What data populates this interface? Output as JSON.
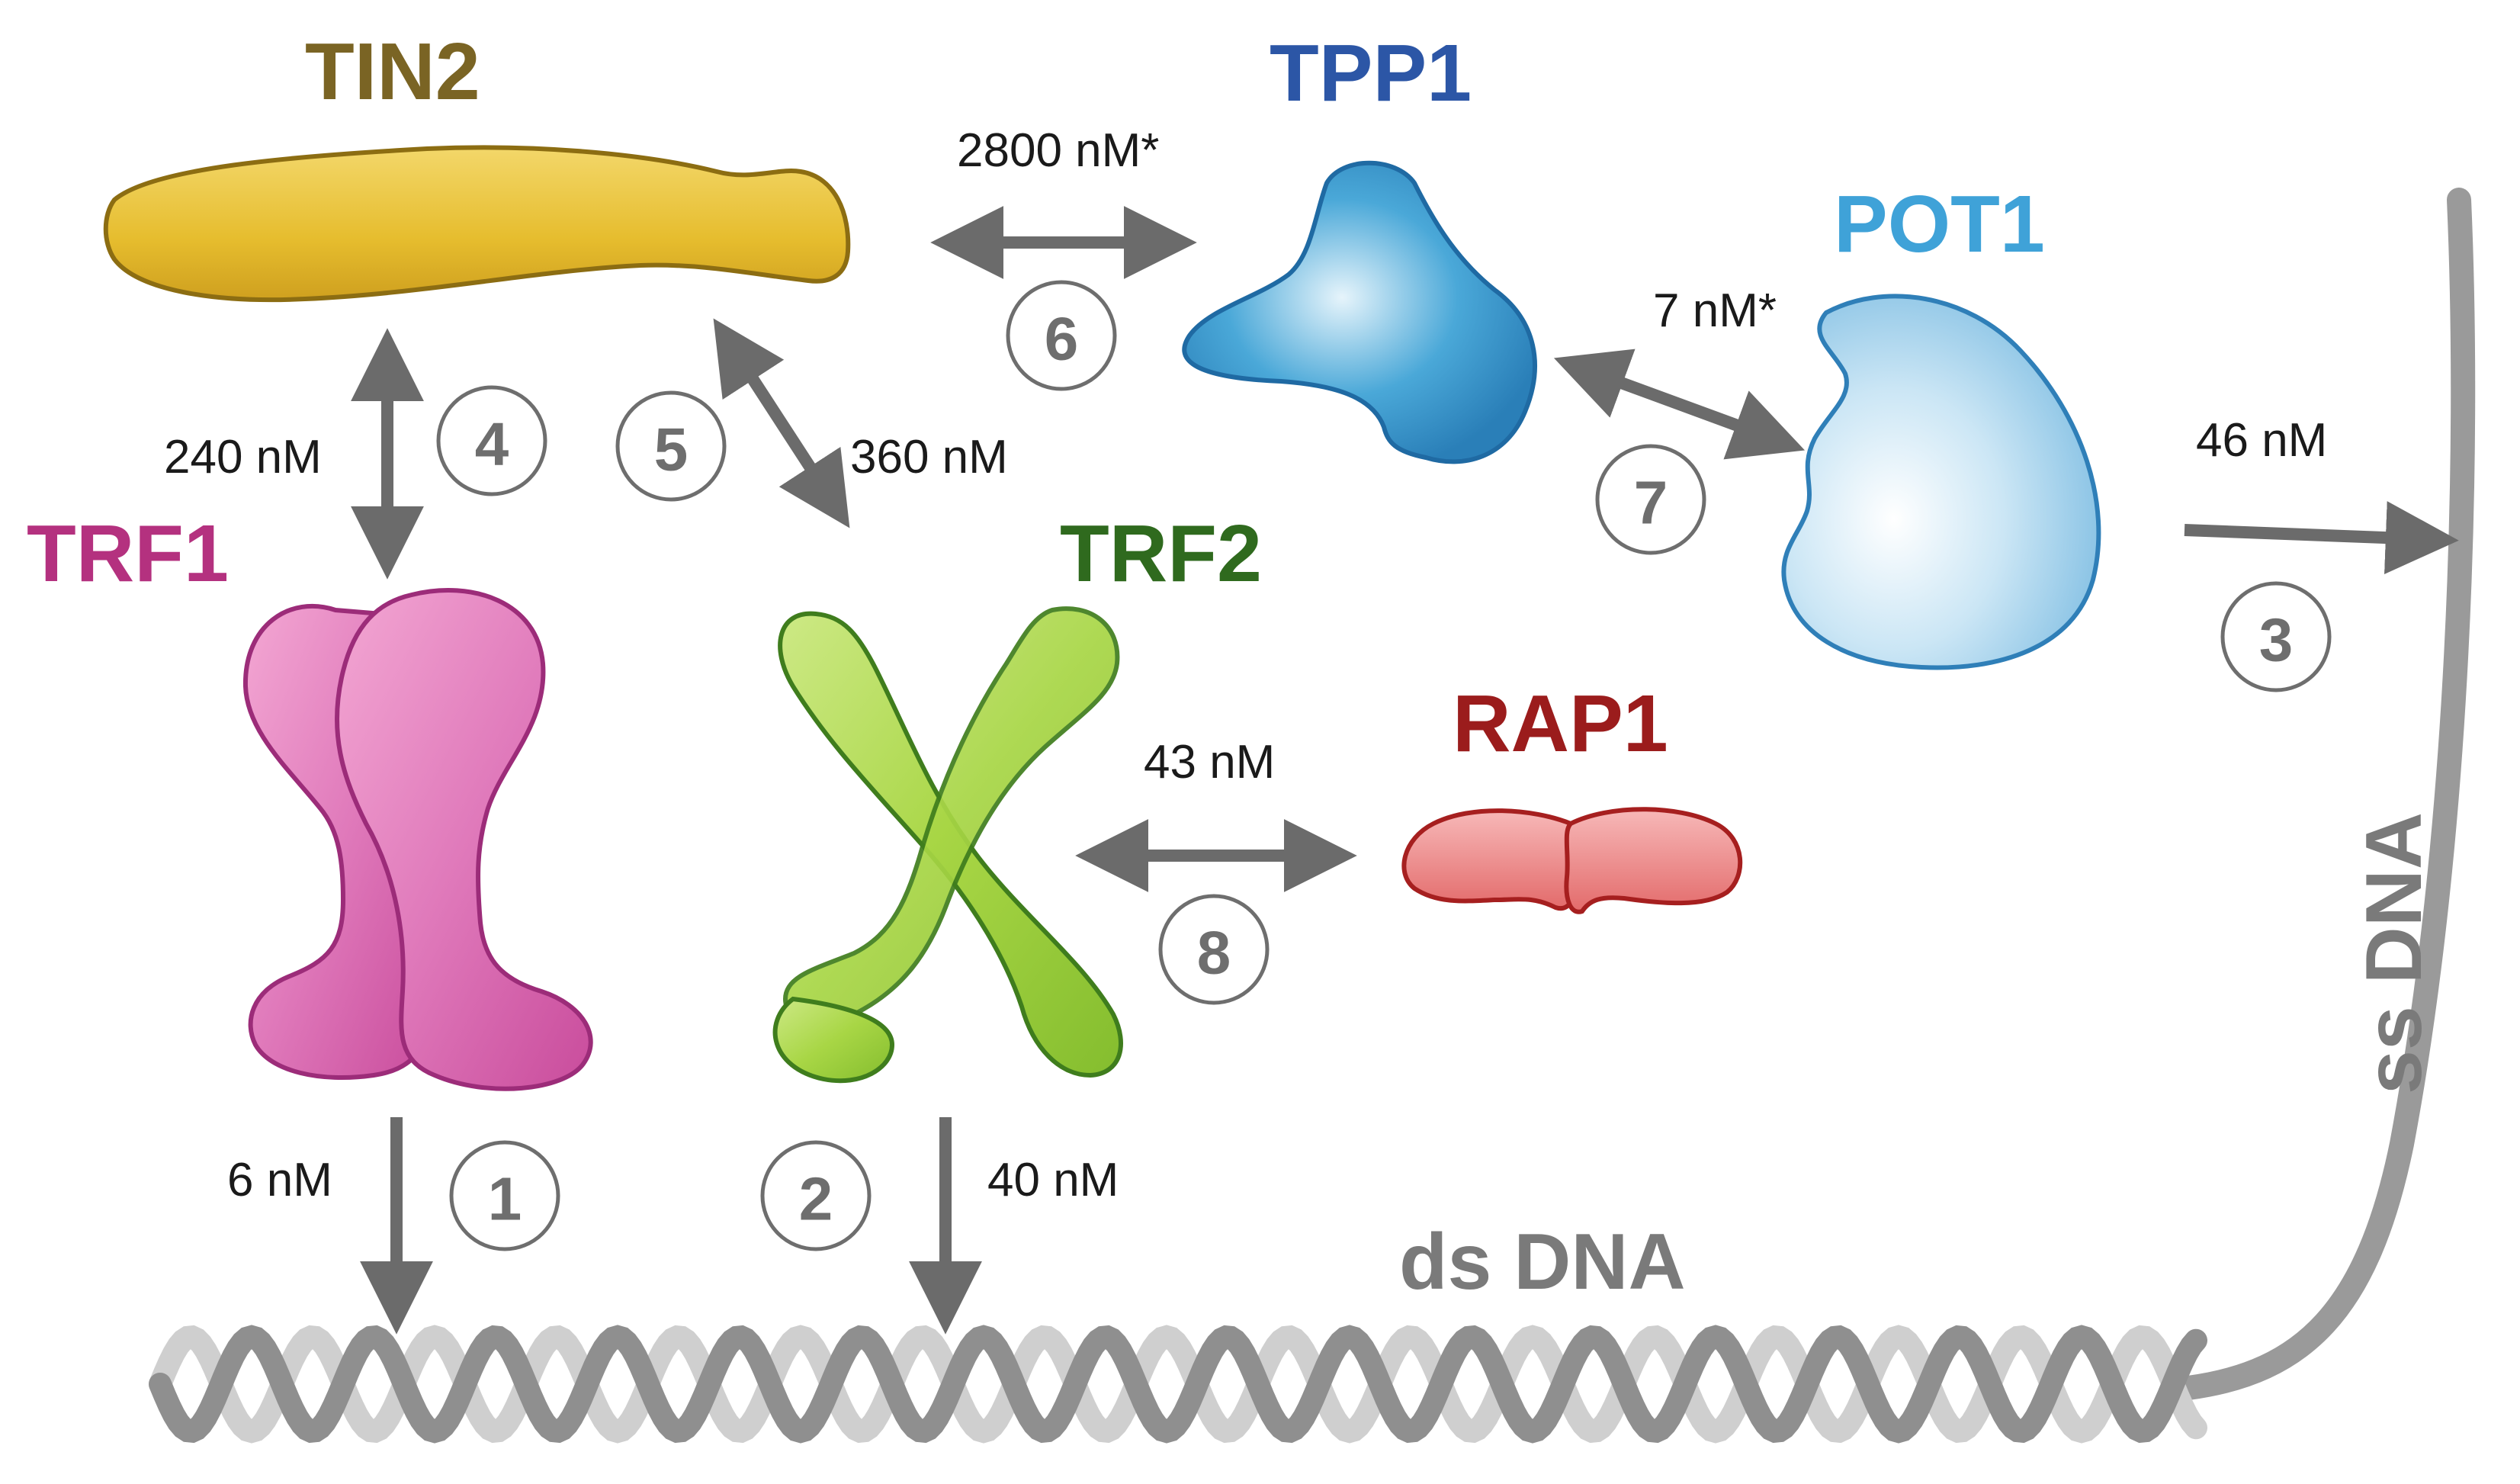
{
  "proteins": {
    "tin2": {
      "label": "TIN2",
      "color": "#7a6424"
    },
    "tpp1": {
      "label": "TPP1",
      "color": "#2c56a6"
    },
    "pot1": {
      "label": "POT1",
      "color": "#3fa2d8"
    },
    "trf1": {
      "label": "TRF1",
      "color": "#b4317f"
    },
    "trf2": {
      "label": "TRF2",
      "color": "#2f6a1e"
    },
    "rap1": {
      "label": "RAP1",
      "color": "#9b1c1c"
    }
  },
  "interactions": [
    {
      "step": "1",
      "affinity": "6 nM"
    },
    {
      "step": "2",
      "affinity": "40 nM"
    },
    {
      "step": "3",
      "affinity": "46  nM"
    },
    {
      "step": "4",
      "affinity": "240 nM"
    },
    {
      "step": "5",
      "affinity": "360 nM"
    },
    {
      "step": "6",
      "affinity": "2800  nM*"
    },
    {
      "step": "7",
      "affinity": "7 nM*"
    },
    {
      "step": "8",
      "affinity": "43 nM"
    }
  ],
  "dna": {
    "ds_label": "ds DNA",
    "ss_label": "ss DNA",
    "color": "#9a9a9a"
  }
}
